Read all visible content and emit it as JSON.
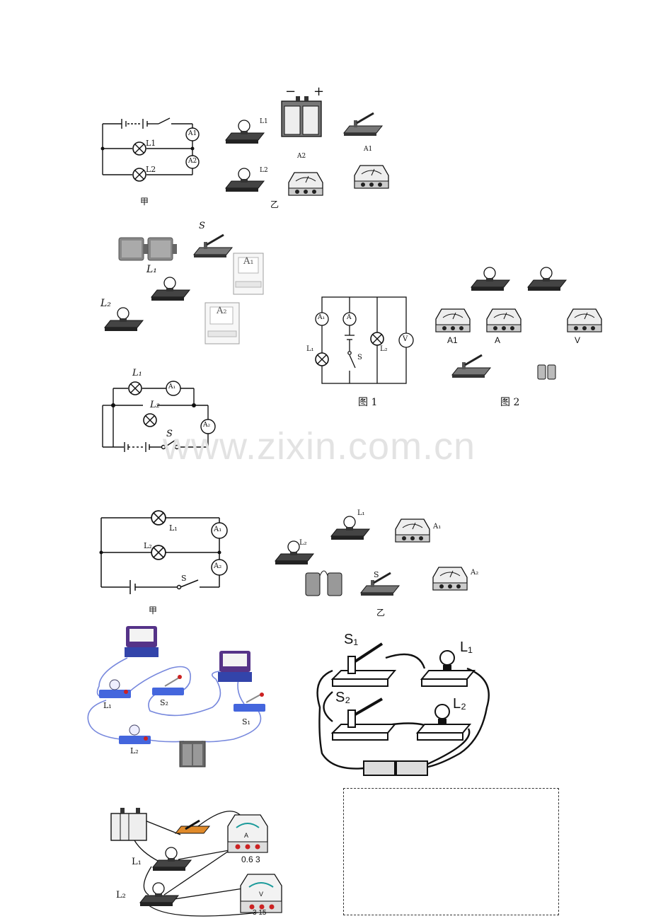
{
  "watermark": "www.zixin.com.cn",
  "figure1": {
    "label_left": "甲",
    "label_right": "乙",
    "L1": "L1",
    "L2": "L2",
    "A1": "A1",
    "A2": "A2",
    "battery_minus": "−",
    "battery_plus": "+"
  },
  "figure2": {
    "S": "S",
    "L1": "L₁",
    "L2": "L₂",
    "A1": "A₁",
    "A2": "A₂"
  },
  "figure3": {
    "L1": "L₁",
    "L2": "L₂",
    "S": "S",
    "A1": "A₁",
    "A2": "A₂"
  },
  "figure4": {
    "caption1": "图 1",
    "caption2": "图 2",
    "A1_circle": "A₁",
    "A_circle": "A",
    "V_circle": "V",
    "L1": "L₁",
    "L2": "L₂",
    "S": "S",
    "meter_A1": "A1",
    "meter_A": "A",
    "meter_V": "V"
  },
  "figure5": {
    "label_left": "甲",
    "label_right": "乙",
    "L1": "L₁",
    "L2": "L₂",
    "A1": "A₁",
    "A2": "A₂",
    "S": "S"
  },
  "figure6": {
    "L1": "L₁",
    "L2": "L₂",
    "S1": "S₁",
    "S2": "S₂"
  },
  "figure7": {
    "S1": "S₁",
    "S2": "S₂",
    "L1": "L₁",
    "L2": "L₂"
  },
  "figure8": {
    "L1": "L₁",
    "L2": "L₂",
    "scale_A": "0.6 3",
    "scale_V": "3 15",
    "meter_A": "A",
    "meter_V": "V"
  },
  "colors": {
    "line": "#111111",
    "lamp_blue": "#4466dd",
    "meter_purple": "#553388",
    "wire_blue": "#7788dd",
    "switch_orange": "#e08a2a"
  }
}
